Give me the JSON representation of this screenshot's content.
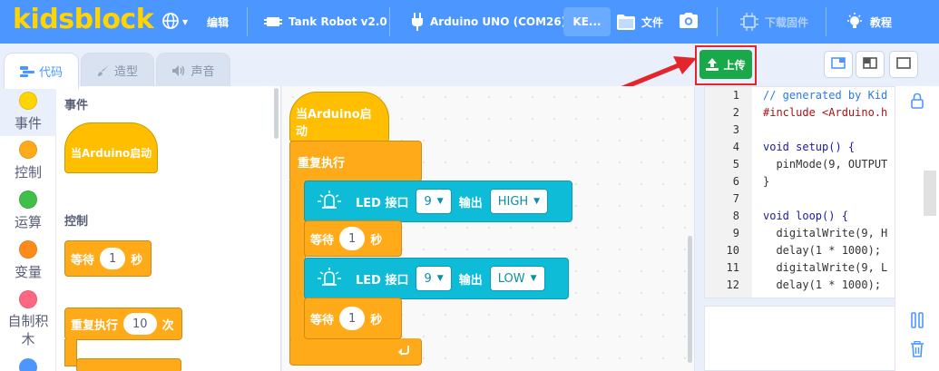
{
  "menu": {
    "logo": "kidsblock",
    "edit": "编辑",
    "robot": "Tank Robot v2.0",
    "board": "Arduino UNO (COM26)",
    "ke": "KE...",
    "file": "文件",
    "firmware": "下载固件",
    "tutorial": "教程"
  },
  "tabs": {
    "code": "代码",
    "costume": "造型",
    "sound": "声音"
  },
  "upload": "上传",
  "categories": [
    {
      "label": "事件",
      "color": "#ffd500"
    },
    {
      "label": "控制",
      "color": "#ffab19"
    },
    {
      "label": "运算",
      "color": "#40bf4a"
    },
    {
      "label": "变量",
      "color": "#ff8c1a"
    },
    {
      "label": "自制积木",
      "color": "#ff6680"
    }
  ],
  "flyout": {
    "events_heading": "事件",
    "when_arduino_starts": "当Arduino启动",
    "control_heading": "控制",
    "wait_label": "等待",
    "wait_value": "1",
    "wait_unit": "秒",
    "repeat_label": "重复执行",
    "repeat_value": "10",
    "repeat_unit": "次"
  },
  "script": {
    "hat": "当Arduino启动",
    "forever": "重复执行",
    "led_label": "LED 接口",
    "pin1": "9",
    "output_label": "输出",
    "level1": "HIGH",
    "wait_label": "等待",
    "wait1": "1",
    "unit": "秒",
    "pin2": "9",
    "level2": "LOW",
    "wait2": "1"
  },
  "code": {
    "line_numbers": [
      "1",
      "2",
      "3",
      "4",
      "5",
      "6",
      "7",
      "8",
      "9",
      "10",
      "11",
      "12"
    ],
    "lines": [
      "// generated by Kid",
      "#include <Arduino.h",
      "",
      "void setup() {",
      "  pinMode(9, OUTPUT",
      "}",
      "",
      "void loop() {",
      "  digitalWrite(9, H",
      "  delay(1 * 1000);",
      "  digitalWrite(9, L",
      "  delay(1 * 1000);"
    ]
  }
}
